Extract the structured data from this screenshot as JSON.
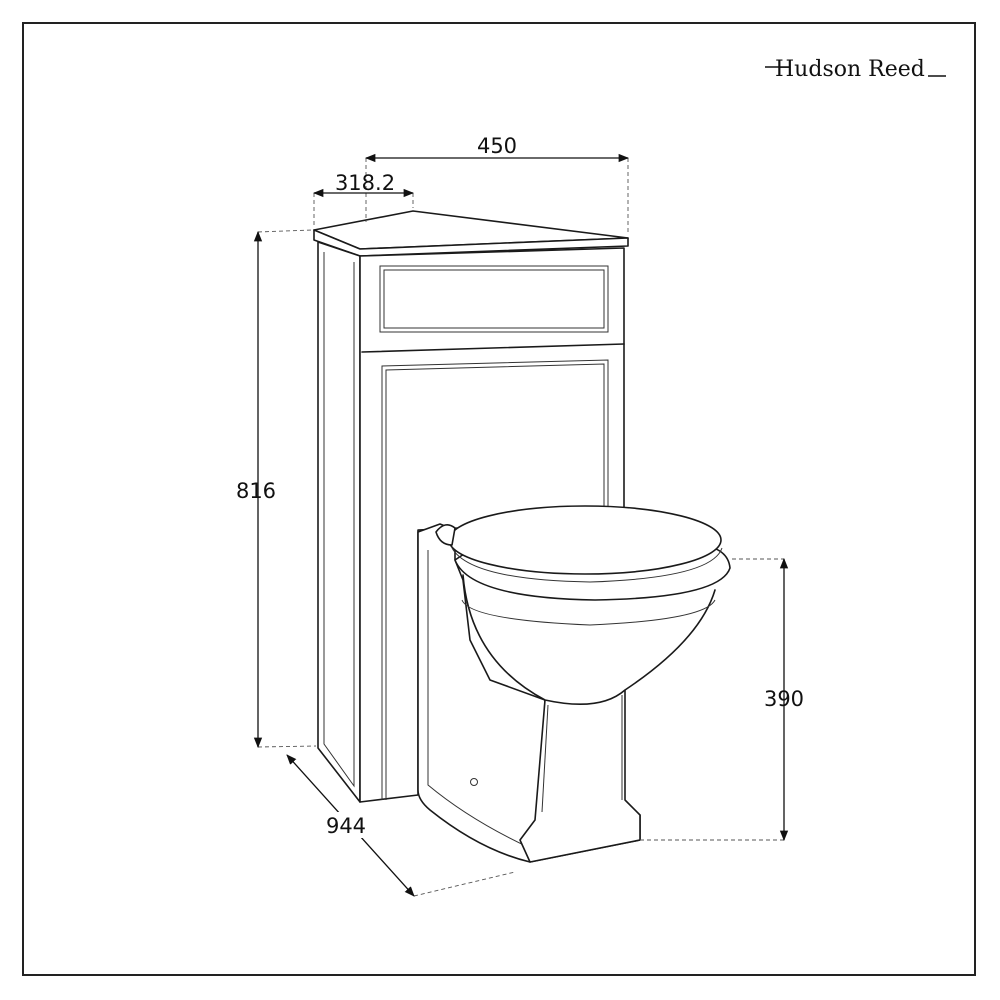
{
  "brand": {
    "logo_text": "Hudson Reed"
  },
  "dimensions": {
    "width": "450",
    "depth": "318.2",
    "height": "816",
    "seat_height": "390",
    "projection": "944"
  },
  "colors": {
    "line": "#1a1a1a",
    "background": "#ffffff"
  }
}
